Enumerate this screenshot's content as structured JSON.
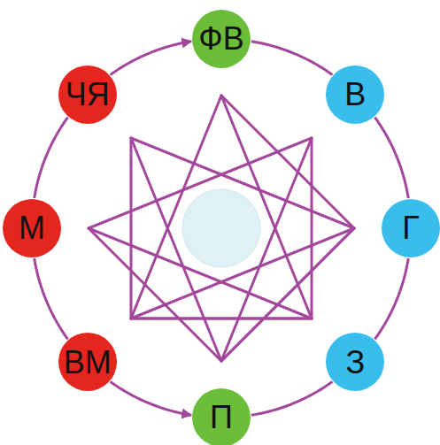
{
  "diagram": {
    "nodes": [
      {
        "text": [
          "ФВ"
        ]
      },
      {
        "text": [
          "В"
        ]
      },
      {
        "text": [
          "Г"
        ]
      },
      {
        "text": [
          "З"
        ]
      },
      {
        "text": [
          "П"
        ]
      },
      {
        "text": [
          "ВМ"
        ]
      },
      {
        "text": [
          "М"
        ]
      },
      {
        "text": [
          "ЧЯ"
        ]
      }
    ],
    "edges": [
      {
        "from": 0,
        "to": 1,
        "arrow": "none"
      },
      {
        "from": 1,
        "to": 2,
        "arrow": "none"
      },
      {
        "from": 2,
        "to": 3,
        "arrow": "none"
      },
      {
        "from": 3,
        "to": 4,
        "arrow": "none"
      },
      {
        "from": 5,
        "to": 4,
        "arrow": "to"
      },
      {
        "from": 5,
        "to": 6,
        "arrow": "none"
      },
      {
        "from": 6,
        "to": 7,
        "arrow": "none"
      },
      {
        "from": 7,
        "to": 0,
        "arrow": "to"
      }
    ]
  }
}
